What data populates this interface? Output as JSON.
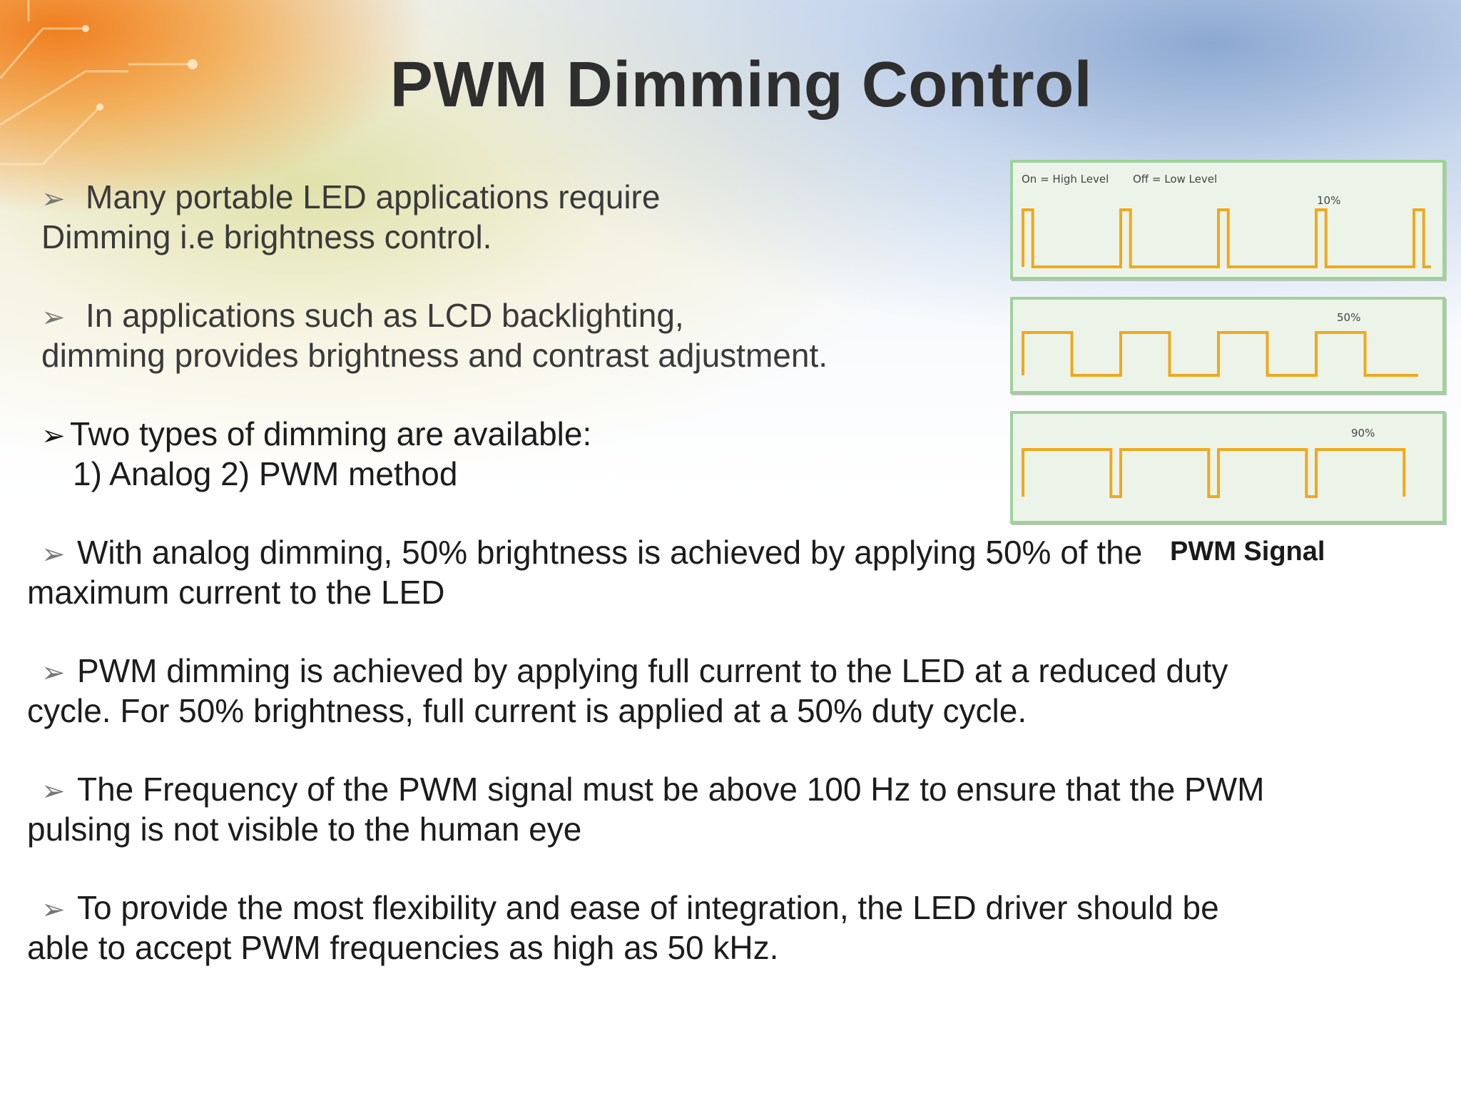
{
  "slide": {
    "title": "PWM Dimming Control",
    "bullets": [
      {
        "line1": "Many portable LED applications require",
        "line2": "Dimming i.e brightness control."
      },
      {
        "line1": "In applications such as LCD backlighting,",
        "line2": "dimming provides brightness and contrast adjustment."
      },
      {
        "line1": "Two types of dimming are available:",
        "line2": "1) Analog  2) PWM method"
      },
      {
        "line1": "With analog dimming, 50% brightness is achieved by applying 50% of the",
        "line2": "maximum current to the LED"
      },
      {
        "line1": "PWM dimming is achieved by applying full current to the LED at a reduced duty",
        "line2": "cycle. For 50% brightness, full current is applied at a 50% duty cycle."
      },
      {
        "line1": "The Frequency of the PWM signal must be above 100 Hz to ensure that the PWM",
        "line2": "pulsing is not visible to the human eye"
      },
      {
        "line1": "To provide the most flexibility and ease of integration, the LED driver should be",
        "line2": "able to accept PWM frequencies as high as 50 kHz."
      }
    ],
    "bullet_icons": [
      "hollow-arrow-icon",
      "hollow-arrow-icon",
      "solid-arrow-icon",
      "hollow-arrow-icon",
      "hollow-arrow-icon",
      "hollow-arrow-icon",
      "hollow-arrow-icon"
    ]
  },
  "pwm_figure": {
    "caption": "PWM Signal",
    "legend_on": "On = High Level",
    "legend_off": "Off = Low Level",
    "waveforms": [
      {
        "label": "10%",
        "duty": 0.1
      },
      {
        "label": "50%",
        "duty": 0.5
      },
      {
        "label": "90%",
        "duty": 0.9
      }
    ],
    "wave_color": "#f0a81c",
    "panel_border_color": "#9fd19a"
  }
}
